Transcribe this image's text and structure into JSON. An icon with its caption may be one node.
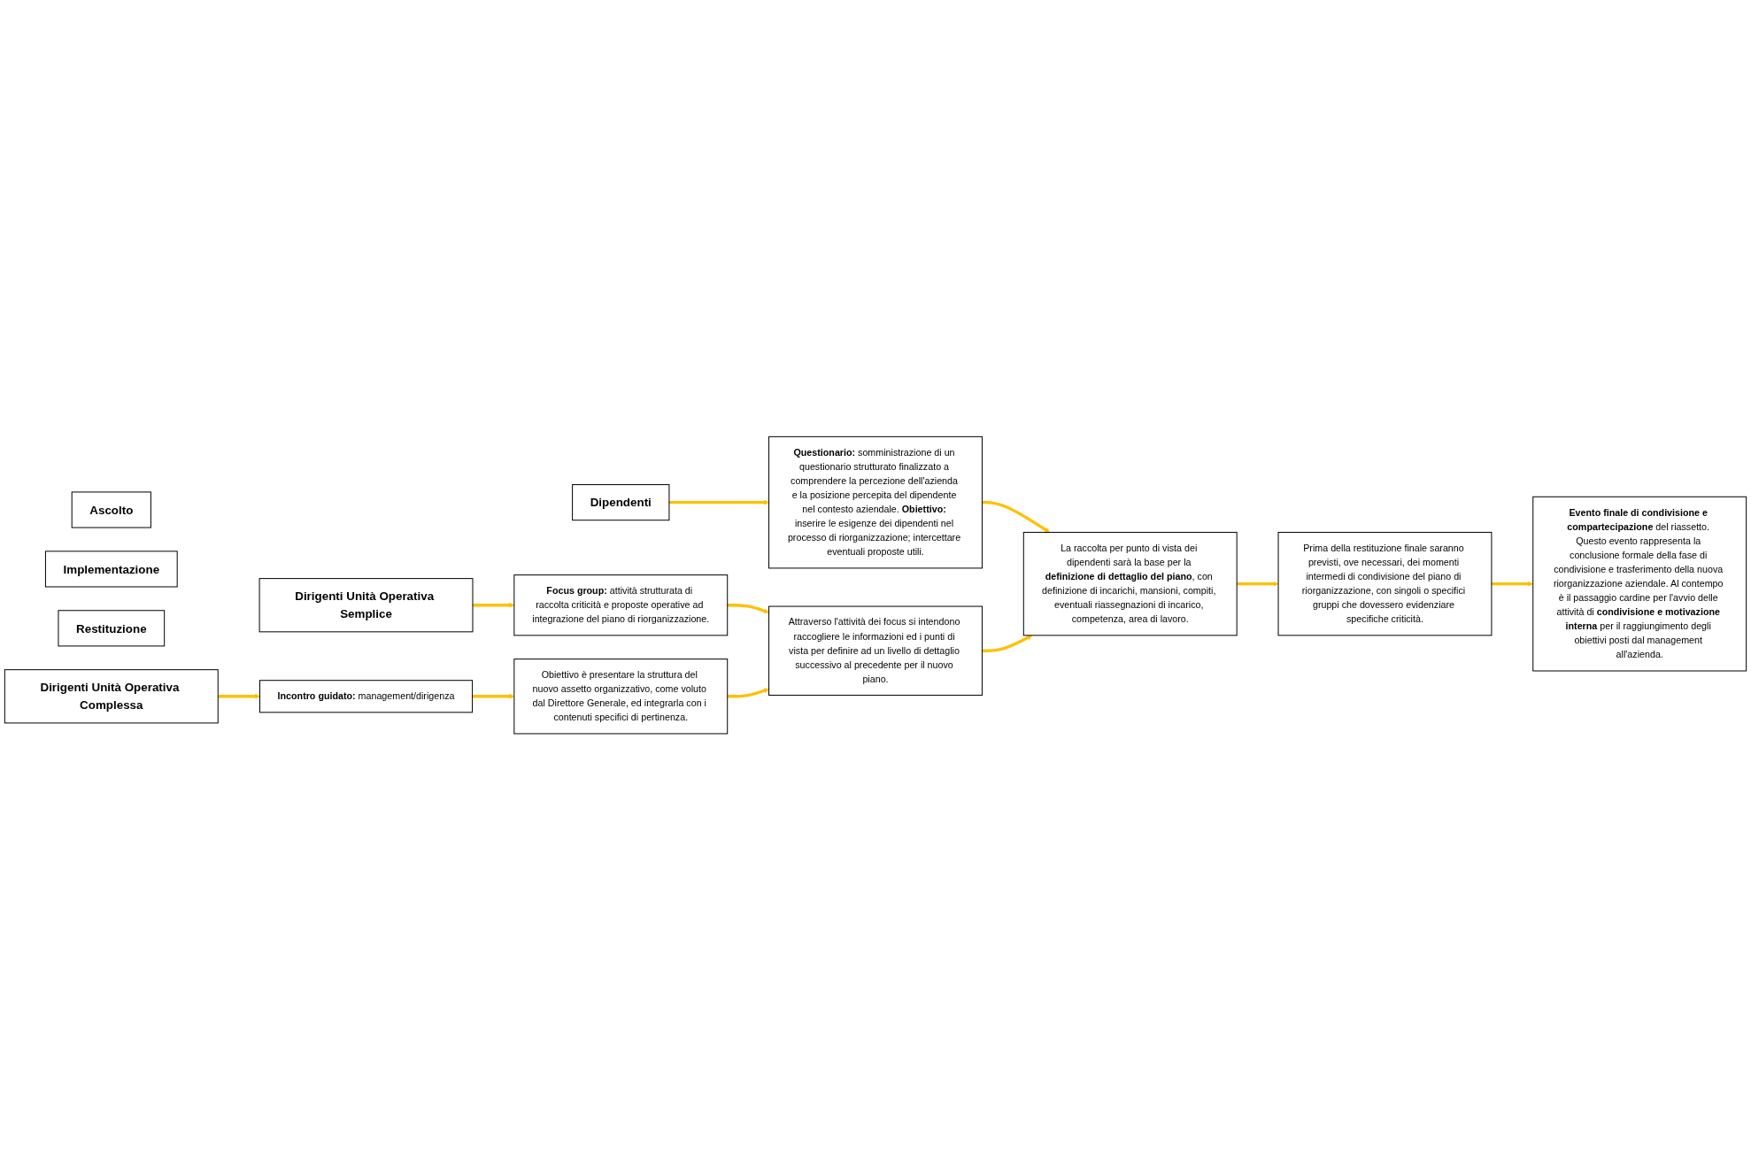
{
  "diagram": {
    "nodes": [
      {
        "text": [
          "Ascolto"
        ]
      },
      {
        "text": [
          "Implementazione"
        ]
      },
      {
        "text": [
          "Restituzione"
        ]
      },
      {
        "text": [
          "Dipendenti"
        ]
      },
      {
        "text": [
          "**Questionario:** somministrazione di un questionario strutturato finalizzato a comprendere la percezione dell'azienda e la posizione percepita del dipendente nel contesto aziendale. **Obiettivo:** inserire le esigenze dei dipendenti nel processo di riorganizzazione; intercettare eventuali proposte utili."
        ]
      },
      {
        "text": [
          "La raccolta per punto di vista dei dipendenti sarà la base per la **definizione di dettaglio del piano**, con definizione di incarichi, mansioni, compiti, eventuali riassegnazioni di incarico, competenza, area di lavoro."
        ]
      },
      {
        "text": [
          "Prima della restituzione finale saranno previsti, ove necessari, dei momenti intermedi di condivisione del piano di riorganizzazione, con singoli o specifici gruppi che dovessero evidenziare specifiche criticità."
        ]
      },
      {
        "text": [
          "Dirigenti Unità Operativa Semplice"
        ]
      },
      {
        "text": [
          "**Focus group:** attività strutturata di raccolta criticità e proposte operative ad integrazione del piano di riorganizzazione."
        ]
      },
      {
        "text": [
          "Attraverso l'attività dei focus si intendono raccogliere le informazioni ed i punti di vista per definire ad un livello di dettaglio successivo al precedente per il nuovo piano."
        ]
      },
      {
        "text": [
          "Dirigenti Unità Operativa Complessa"
        ]
      },
      {
        "text": [
          "**Incontro guidato:** management/dirigenza"
        ]
      },
      {
        "text": [
          "Obiettivo è presentare la struttura del nuovo assetto organizzativo, come voluto dal Direttore Generale, ed integrarla con i contenuti specifici di pertinenza."
        ]
      },
      {
        "text": [
          "**Evento finale di condivisione e compartecipazione** del riassetto. Questo evento rappresenta la conclusione formale della fase di condivisione e trasferimento della nuova riorganizzazione aziendale. Al contempo è il passaggio cardine per l'avvio delle attività di **condivisione e motivazione interna** per il raggiungimento degli obiettivi posti dal management all'azienda."
        ]
      }
    ],
    "edges": [
      {
        "from": 3,
        "to": 4,
        "arrow": "to"
      },
      {
        "from": 4,
        "to": 5,
        "arrow": "to"
      },
      {
        "from": 5,
        "to": 6,
        "arrow": "to"
      },
      {
        "from": 6,
        "to": 13,
        "arrow": "to"
      },
      {
        "from": 7,
        "to": 8,
        "arrow": "to"
      },
      {
        "from": 8,
        "to": 9,
        "arrow": "to"
      },
      {
        "from": 9,
        "to": 5,
        "arrow": "to"
      },
      {
        "from": 10,
        "to": 11,
        "arrow": "to"
      },
      {
        "from": 11,
        "to": 12,
        "arrow": "to"
      },
      {
        "from": 12,
        "to": 9,
        "arrow": "to"
      }
    ]
  }
}
